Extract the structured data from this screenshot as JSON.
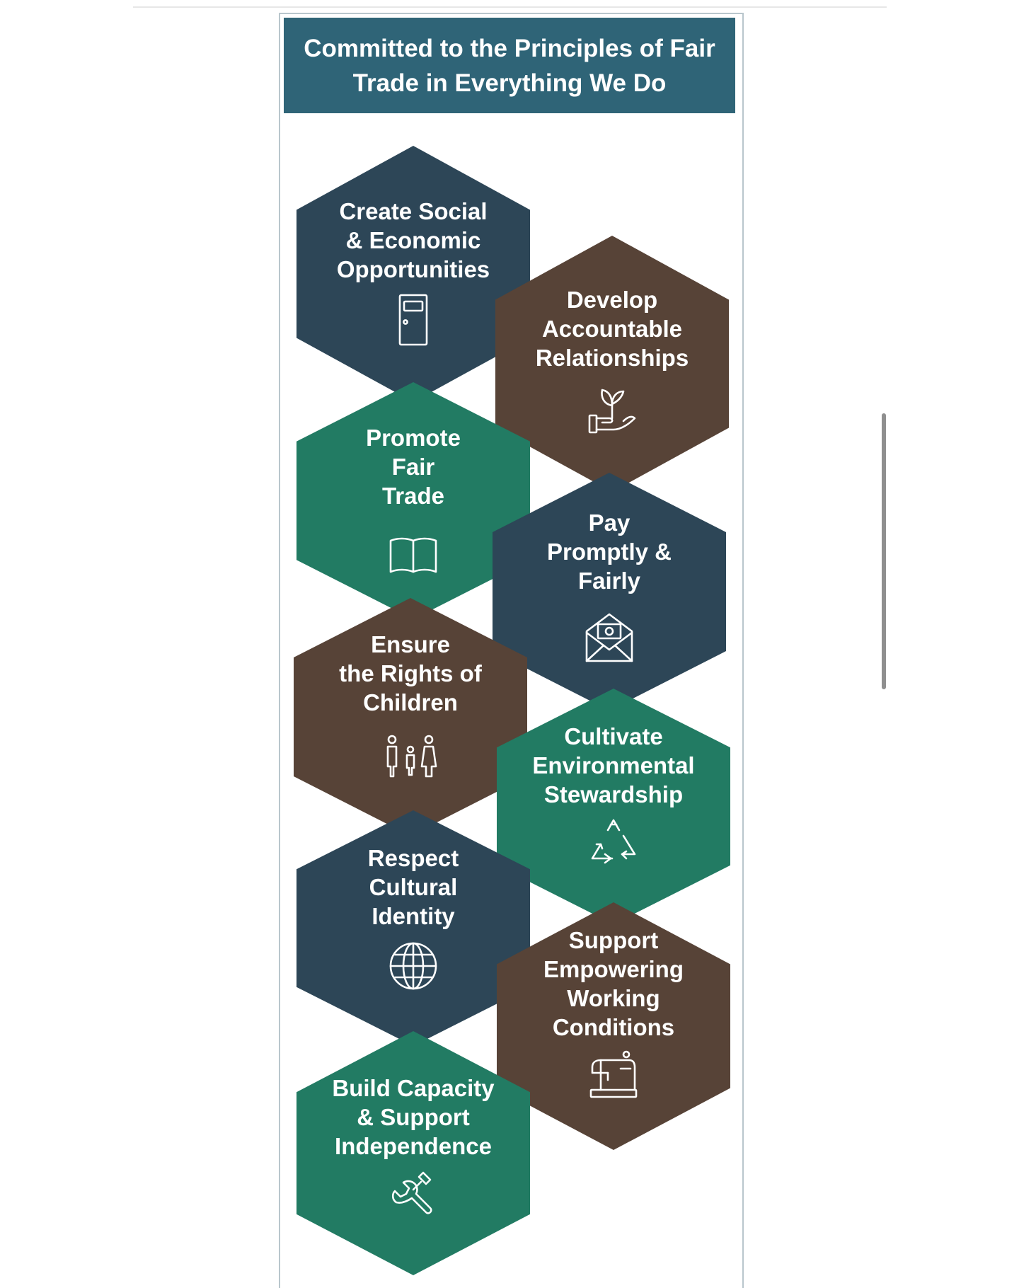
{
  "banner": {
    "title": "Committed to the Principles of Fair Trade in Everything We Do"
  },
  "colors": {
    "banner": "#2f6477",
    "navy": "#2d4657",
    "brown": "#574337",
    "green": "#227b63",
    "text": "#ffffff"
  },
  "principles": [
    {
      "label": "Create Social\n& Economic\nOpportunities",
      "icon": "door-icon",
      "color": "navy"
    },
    {
      "label": "Develop\nAccountable\nRelationships",
      "icon": "hand-plant-icon",
      "color": "brown"
    },
    {
      "label": "Promote\nFair\nTrade",
      "icon": "book-icon",
      "color": "green"
    },
    {
      "label": "Pay\nPromptly &\nFairly",
      "icon": "money-envelope-icon",
      "color": "navy"
    },
    {
      "label": "Ensure\nthe Rights of\nChildren",
      "icon": "family-icon",
      "color": "brown"
    },
    {
      "label": "Cultivate\nEnvironmental\nStewardship",
      "icon": "recycle-icon",
      "color": "green"
    },
    {
      "label": "Respect\nCultural\nIdentity",
      "icon": "globe-icon",
      "color": "navy"
    },
    {
      "label": "Support\nEmpowering\nWorking\nConditions",
      "icon": "sewing-machine-icon",
      "color": "brown"
    },
    {
      "label": "Build Capacity\n& Support\nIndependence",
      "icon": "wrench-icon",
      "color": "green"
    }
  ]
}
